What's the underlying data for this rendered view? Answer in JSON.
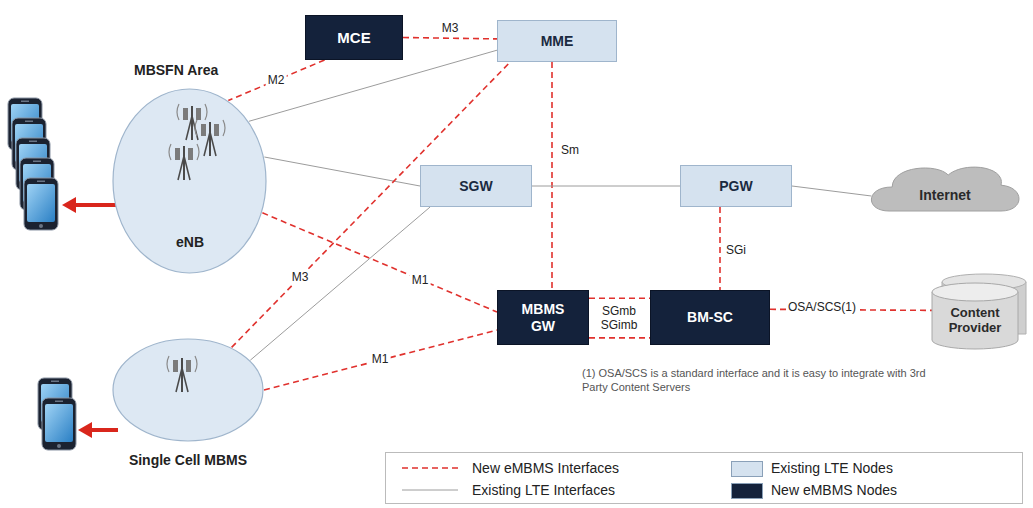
{
  "diagram": {
    "nodes": [
      {
        "text": [
          "MCE"
        ]
      },
      {
        "text": [
          "MME"
        ]
      },
      {
        "text": [
          "MBSFN Area",
          "eNB"
        ]
      },
      {
        "text": [
          "SGW"
        ]
      },
      {
        "text": [
          "PGW"
        ]
      },
      {
        "text": [
          "Internet"
        ]
      },
      {
        "text": [
          "MBMS GW"
        ]
      },
      {
        "text": [
          "BM-SC"
        ]
      },
      {
        "text": [
          "Content Provider"
        ]
      },
      {
        "text": [
          "Single Cell MBMS"
        ]
      }
    ],
    "edges": [
      {
        "from": 0,
        "to": 1,
        "arrow": "none",
        "label": "M3"
      },
      {
        "from": 0,
        "to": 2,
        "arrow": "none",
        "label": "M2"
      },
      {
        "from": 1,
        "to": 2,
        "arrow": "none"
      },
      {
        "from": 3,
        "to": 2,
        "arrow": "none"
      },
      {
        "from": 2,
        "to": 6,
        "arrow": "none",
        "label": "M1"
      },
      {
        "from": 1,
        "to": 6,
        "arrow": "none",
        "label": "Sm"
      },
      {
        "from": 3,
        "to": 4,
        "arrow": "none"
      },
      {
        "from": 4,
        "to": 5,
        "arrow": "none"
      },
      {
        "from": 4,
        "to": 7,
        "arrow": "none",
        "label": "SGi"
      },
      {
        "from": 6,
        "to": 7,
        "arrow": "none",
        "label": "SGmb"
      },
      {
        "from": 6,
        "to": 7,
        "arrow": "none",
        "label": "SGimb"
      },
      {
        "from": 7,
        "to": 8,
        "arrow": "none",
        "label": "OSA/SCS(1)"
      },
      {
        "from": 9,
        "to": 1,
        "arrow": "none",
        "label": "M3"
      },
      {
        "from": 9,
        "to": 6,
        "arrow": "none",
        "label": "M1"
      },
      {
        "from": 9,
        "to": 3,
        "arrow": "none"
      }
    ],
    "labels": [
      "(1) OSA/SCS is a standard interface and it is easy to integrate with 3rd Party Content Servers"
    ],
    "legend": [
      {
        "text": "New eMBMS Interfaces"
      },
      {
        "text": "Existing LTE Nodes",
        "color": "#d5e2ef"
      },
      {
        "text": "Existing LTE Interfaces"
      },
      {
        "text": "New eMBMS Nodes",
        "color": "#14223b"
      }
    ]
  }
}
